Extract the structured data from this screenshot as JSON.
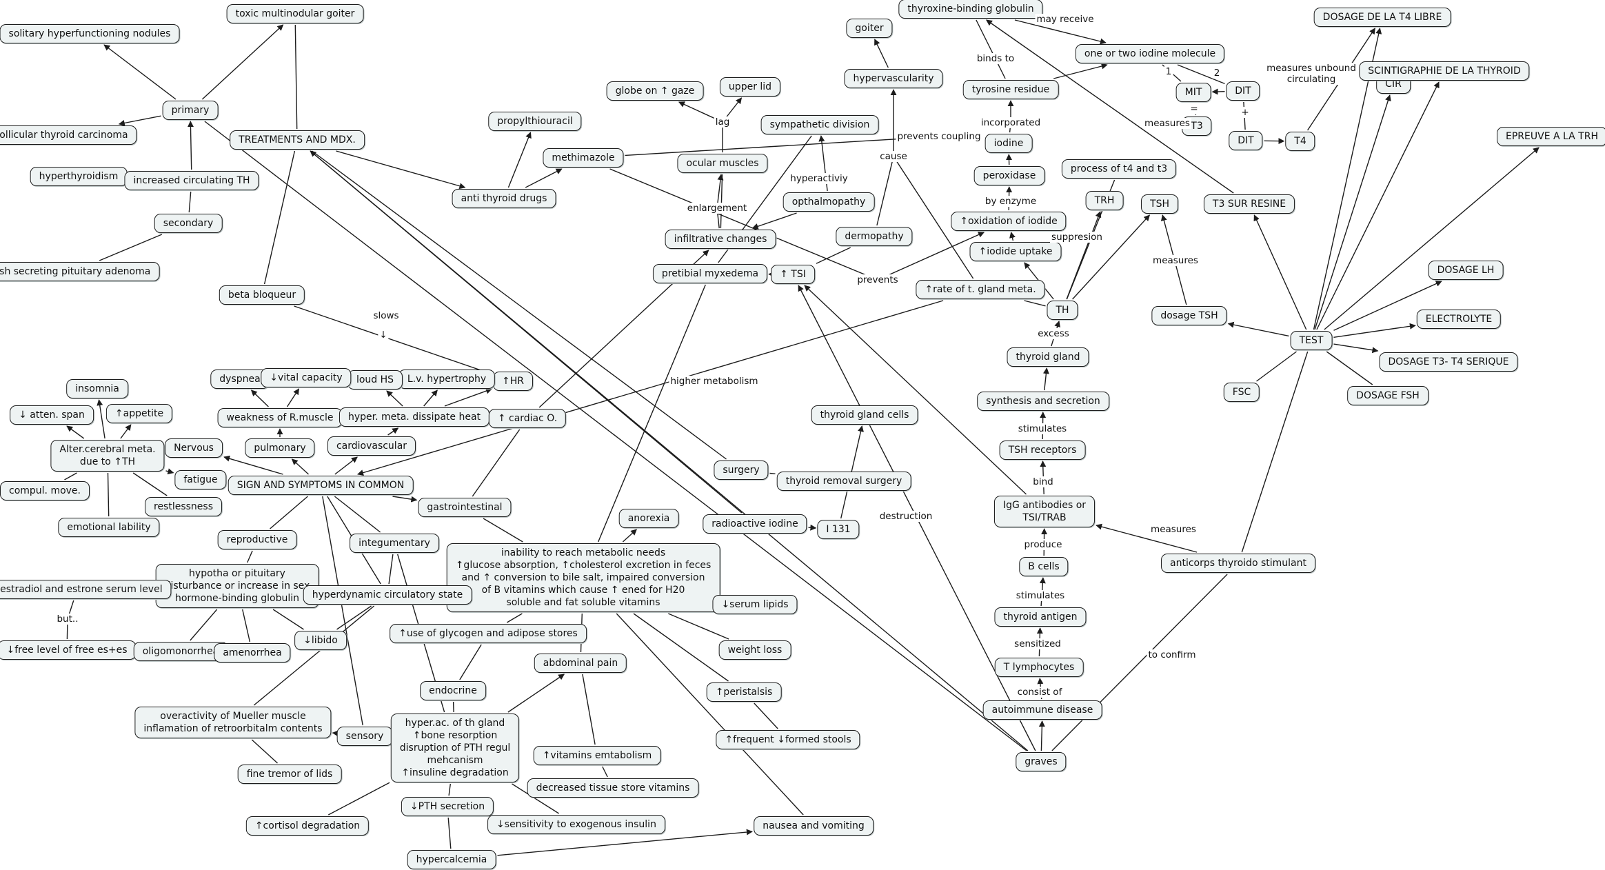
{
  "diagram": {
    "type": "concept-map",
    "colors": {
      "node_fill": "#eef3f3",
      "node_border": "#1c1c1c",
      "edge": "#1c1c1c"
    },
    "nodes": {
      "solitary": "solitary hyperfunctioning nodules",
      "toxic_goiter": "toxic multinodular goiter",
      "primary": "primary",
      "follicular": "follicular thyroid carcinoma",
      "hyperthyroidism": "hyperthyroidism",
      "increased_th": "increased circulating TH",
      "secondary": "secondary",
      "tsh_adenoma": "tsh secreting pituitary adenoma",
      "treatments": "TREATMENTS AND MDX.",
      "beta_bloqueur": "beta bloqueur",
      "propylthiouracil": "propylthiouracil",
      "anti_thyroid": "anti thyroid drugs",
      "methimazole": "methimazole",
      "globe": "globe on ↑ gaze",
      "upper_lid": "upper lid",
      "ocular_muscles": "ocular muscles",
      "sympathetic": "sympathetic division",
      "goiter": "goiter",
      "hypervascularity": "hypervascularity",
      "opthalmopathy": "opthalmopathy",
      "infiltrative": "infiltrative changes",
      "pretibial": "pretibial myxedema",
      "tsi": "↑ TSI",
      "dermopathy": "dermopathy",
      "tbg": "thyroxine-binding globulin",
      "iodine_molecule": "one or two iodine molecule",
      "tyrosine": "tyrosine residue",
      "mit": "MIT",
      "dit1": "DIT",
      "t3": "T3",
      "dit2": "DIT",
      "t4": "T4",
      "iodine": "iodine",
      "peroxidase": "peroxidase",
      "oxidation": "↑oxidation of iodide",
      "iodide_uptake": "↑iodide uptake",
      "process_t4t3": "process of t4 and t3",
      "trh": "TRH",
      "tsh": "TSH",
      "rate_gland": "↑rate of t. gland meta.",
      "th": "TH",
      "thyroid_gland": "thyroid gland",
      "synthesis": "synthesis and secretion",
      "tsh_receptors": "TSH receptors",
      "igg": "IgG antibodies or\nTSI/TRAB",
      "b_cells": "B cells",
      "thyroid_antigen": "thyroid antigen",
      "t_lymph": "T lymphocytes",
      "autoimmune": "autoimmune disease",
      "graves": "graves",
      "dosage_t4": "DOSAGE DE LA T4 LIBRE",
      "cir": "CIR",
      "scinti": "SCINTIGRAPHIE DE LA THYROID",
      "epreuve": "EPREUVE A LA TRH",
      "t3_resine": "T3 SUR RESINE",
      "dosage_tsh": "dosage TSH",
      "test": "TEST",
      "dosage_lh": "DOSAGE LH",
      "electrolyte": "ELECTROLYTE",
      "dosage_t3t4": "DOSAGE T3- T4 SERIQUE",
      "fsc": "FSC",
      "dosage_fsh": "DOSAGE FSH",
      "anticorps": "anticorps thyroido stimulant",
      "hr": "↑HR",
      "lv_hypertrophy": "L.v. hypertrophy",
      "loud_hs": "loud HS",
      "dyspnea": "dyspnea",
      "vital_capacity": "↓vital capacity",
      "insomnia": "insomnia",
      "atten_span": "↓ atten. span",
      "appetite": "↑appetite",
      "alter_cerebral": "Alter.cerebral meta.\ndue to ↑TH",
      "nervous": "Nervous",
      "weakness": "weakness of R.muscle",
      "pulmonary": "pulmonary",
      "cardiovascular": "cardiovascular",
      "hyper_meta": "hyper. meta. dissipate heat",
      "cardiac_o": "↑ cardiac O.",
      "thyroid_cells": "thyroid gland cells",
      "compul_move": "compul. move.",
      "fatigue": "fatigue",
      "restlessness": "restlessness",
      "emotional": "emotional lability",
      "signs": "SIGN AND SYMPTOMS IN COMMON",
      "gastrointestinal": "gastrointestinal",
      "surgery": "surgery",
      "thyroid_removal": "thyroid removal surgery",
      "radioactive": "radioactive iodine",
      "i131": "I 131",
      "anorexia": "anorexia",
      "reproductive": "reproductive",
      "integumentary": "integumentary",
      "inability": "inability to reach metabolic needs\n↑glucose absorption, ↑cholesterol excretion in feces\nand ↑ conversion to bile salt, impaired conversion\nof B vitamins which cause ↑ ened for H20\nsoluble and fat soluble vitamins",
      "hypotha": "hypotha or pituitary\ndisturbance or increase in sex\nhormone-binding globulin",
      "estradiol": "↑estradiol and estrone serum level",
      "hyperdynamic": "hyperdynamic circulatory state",
      "serum_lipids": "↓serum lipids",
      "free_level": "↓free level of free es+es",
      "oligomenorrhea": "oligomonorrhea",
      "amenorrhea": "amenorrhea",
      "libido": "↓libido",
      "glycogen": "↑use of glycogen and adipose stores",
      "weight_loss": "weight loss",
      "abdominal_pain": "abdominal pain",
      "peristalsis": "↑peristalsis",
      "mueller": "overactivity of Mueller muscle\ninflamation of retroorbitalm contents",
      "sensory": "sensory",
      "endocrine": "endocrine",
      "frequent_stools": "↑frequent ↓formed stools",
      "fine_tremor": "fine tremor of lids",
      "hyperac_gland": "hyper.ac. of th gland\n↑bone resorption\ndisruption of PTH regul\nmehcanism\n↑insuline degradation",
      "vitamins_metab": "↑vitamins emtabolism",
      "decreased_vitamins": "decreased tissue store vitamins",
      "cortisol": "↑cortisol degradation",
      "pth": "↓PTH secretion",
      "sensitivity_insulin": "↓sensitivity to exogenous insulin",
      "nausea": "nausea and vomiting",
      "hypercalcemia": "hypercalcemia"
    },
    "edge_labels": {
      "may_receive": "may receive",
      "binds_to": "binds to",
      "one": "1",
      "two": "2",
      "equals": "=",
      "plus": "+",
      "measures_unbound": "measures unbound\ncirculating",
      "lag": "lag",
      "incorporated": "incorporated",
      "prevents_coupling": "prevents coupling",
      "measures_t3": "measures",
      "cause": "cause",
      "hyperactiviy": "hyperactiviy",
      "enlargement": "enlargement",
      "by_enzyme": "by enzyme",
      "suppresion": "suppresion",
      "measures_tsh": "measures",
      "prevents": "prevents",
      "slows": "slows",
      "down_arrow": "↓",
      "excess": "excess",
      "higher_metabolism": "higher metabolism",
      "stimulates_1": "stimulates",
      "bind": "bind",
      "destruction": "destruction",
      "measures_igg": "measures",
      "produce": "produce",
      "stimulates_2": "stimulates",
      "sensitized": "sensitized",
      "consist_of": "consist of",
      "to_confirm": "to confirm",
      "but": "but.."
    }
  }
}
